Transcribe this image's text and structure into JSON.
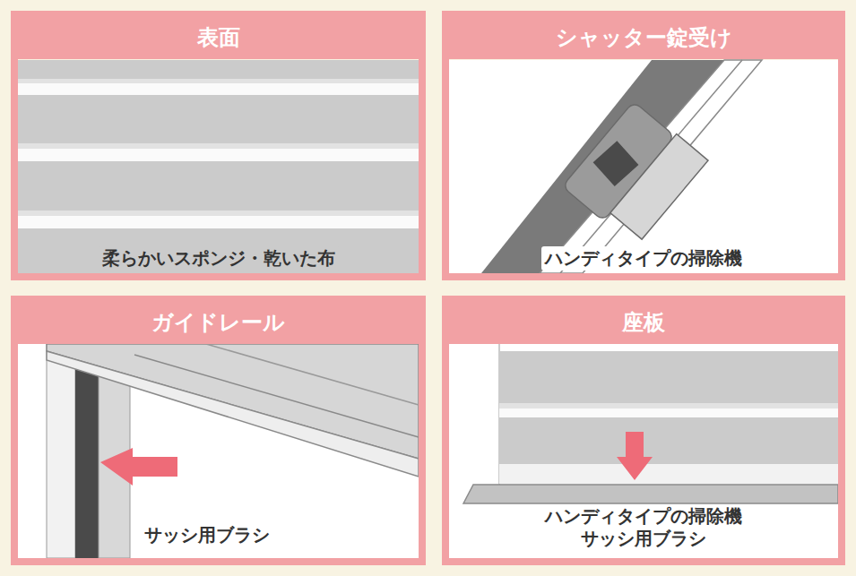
{
  "diagram": {
    "nodes": [
      {
        "text": [
          "表面",
          "柔らかいスポンジ・乾いた布"
        ]
      },
      {
        "text": [
          "シャッター錠受け",
          "ハンディタイプの掃除機"
        ]
      },
      {
        "text": [
          "ガイドレール",
          "サッシ用ブラシ"
        ]
      },
      {
        "text": [
          "座板",
          "ハンディタイプの掃除機 サッシ用ブラシ"
        ]
      }
    ]
  }
}
